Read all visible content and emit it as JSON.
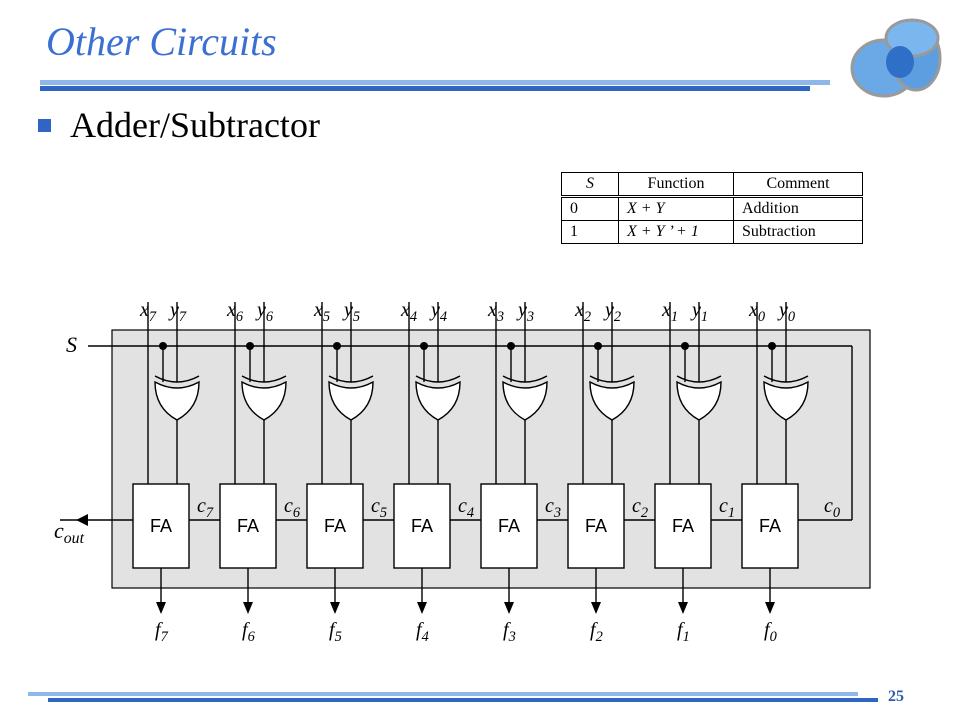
{
  "slide": {
    "title": "Other Circuits",
    "bullet": "Adder/Subtractor",
    "page_number": "25",
    "colors": {
      "title": "#3b6fd1",
      "accent_bar": "#2f66c6",
      "light_bar": "#8fb8ea",
      "panel": "#e2e2e2"
    },
    "logo_icon": "overlapping-circles-logo-icon"
  },
  "function_table": {
    "headers": [
      "S",
      "Function",
      "Comment"
    ],
    "rows": [
      {
        "s": "0",
        "function": "X + Y",
        "comment": "Addition"
      },
      {
        "s": "1",
        "function": "X + Y ’ + 1",
        "comment": "Subtraction"
      }
    ]
  },
  "circuit": {
    "select_label": "S",
    "cout_base": "c",
    "cout_sub": "out",
    "adder_label": "FA",
    "stages": [
      {
        "x_sub": "7",
        "y_sub": "7",
        "f_sub": "7",
        "carry_sub": "7"
      },
      {
        "x_sub": "6",
        "y_sub": "6",
        "f_sub": "6",
        "carry_sub": "6"
      },
      {
        "x_sub": "5",
        "y_sub": "5",
        "f_sub": "5",
        "carry_sub": "5"
      },
      {
        "x_sub": "4",
        "y_sub": "4",
        "f_sub": "4",
        "carry_sub": "4"
      },
      {
        "x_sub": "3",
        "y_sub": "3",
        "f_sub": "3",
        "carry_sub": "3"
      },
      {
        "x_sub": "2",
        "y_sub": "2",
        "f_sub": "2",
        "carry_sub": "2"
      },
      {
        "x_sub": "1",
        "y_sub": "1",
        "f_sub": "1",
        "carry_sub": "1"
      },
      {
        "x_sub": "0",
        "y_sub": "0",
        "f_sub": "0",
        "carry_sub": "0"
      }
    ]
  }
}
